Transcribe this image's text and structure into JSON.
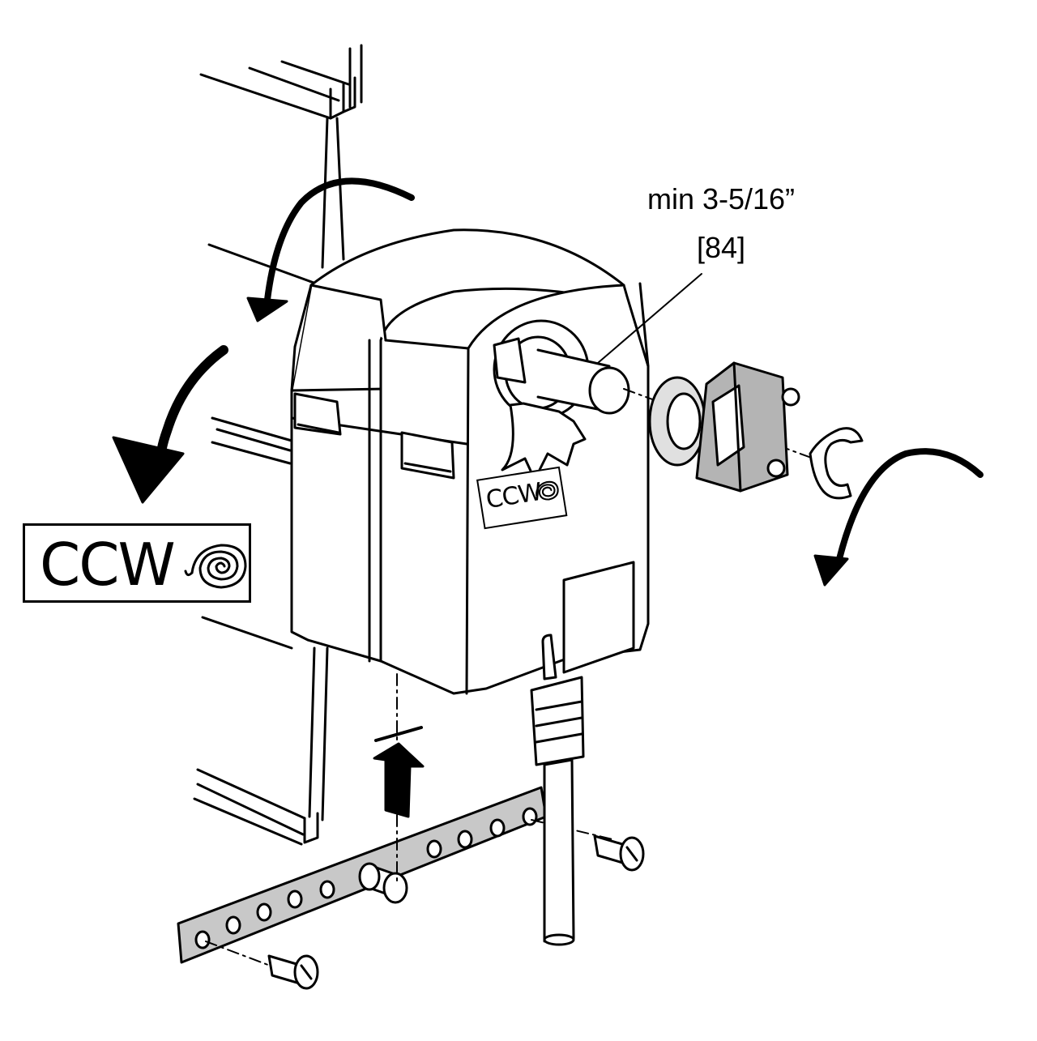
{
  "dimension": {
    "imperial": "min 3-5/16”",
    "metric": "[84]"
  },
  "rotation_label": {
    "large": "CCW",
    "small": "CCW",
    "icon": "spiral-spring-icon"
  },
  "colors": {
    "line": "#000000",
    "fill": "#ffffff",
    "bracket_fill": "#c8c8c8",
    "clamp_fill": "#b4b4b4"
  }
}
